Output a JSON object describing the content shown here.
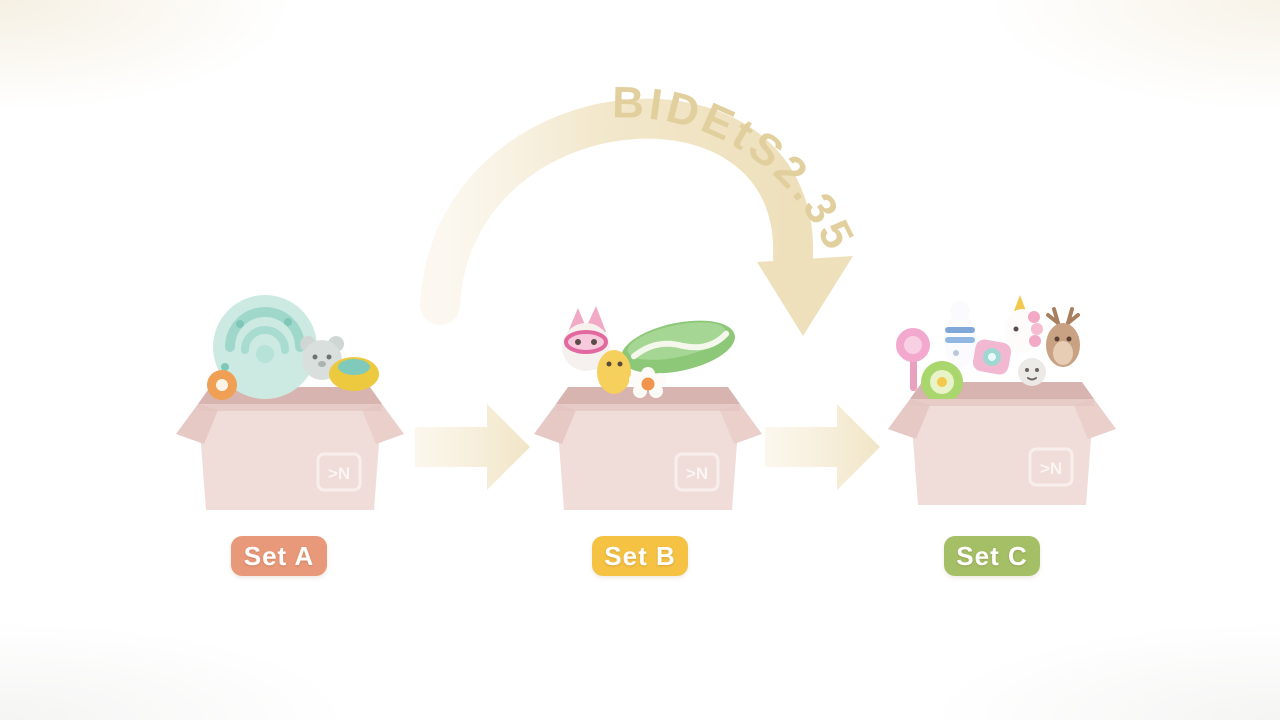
{
  "arc": {
    "text": "BIDEtS2.35",
    "color": "#eee0bb",
    "text_color": "#e2cf9e"
  },
  "flow": {
    "arrow_color": "#f3e8cc"
  },
  "boxes": [
    {
      "name": "set-a",
      "label": "Set A",
      "label_bg": "#e8997a",
      "stamp": ">N",
      "box_color": "#f0dcd8",
      "toys": [
        "mint-swirl-ball",
        "koala-plush",
        "yellow-cup",
        "orange-donut"
      ]
    },
    {
      "name": "set-b",
      "label": "Set B",
      "label_bg": "#f5c244",
      "stamp": ">N",
      "box_color": "#f0dcd8",
      "toys": [
        "cat-plush",
        "yellow-chick",
        "green-board",
        "white-flower"
      ]
    },
    {
      "name": "set-c",
      "label": "Set C",
      "label_bg": "#a5bf66",
      "stamp": ">N",
      "box_color": "#f0dcd8",
      "toys": [
        "pink-lollipop",
        "bowling-pin",
        "green-disc",
        "pink-gadget",
        "unicorn-plush",
        "deer-plush",
        "gray-blob"
      ]
    }
  ]
}
